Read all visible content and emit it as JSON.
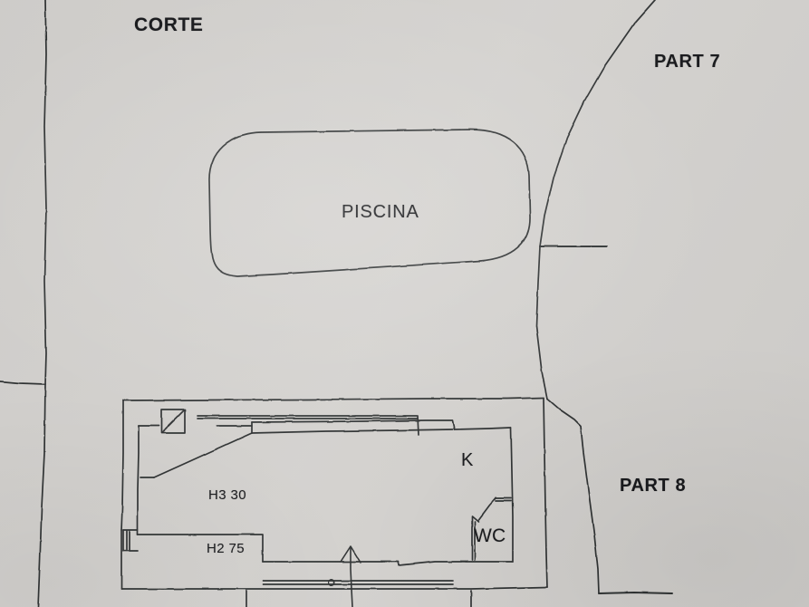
{
  "document": {
    "type": "cadastral-floor-plan",
    "background_color": "#d3d1ce",
    "ink_color": "#2a2b2d"
  },
  "labels": {
    "courtyard": "CORTE",
    "parcel_upper": "PART 7",
    "parcel_lower": "PART 8",
    "pool": "PISCINA",
    "kitchen": "K",
    "bathroom": "WC",
    "height_main": "H3 30",
    "height_secondary": "H2 75"
  },
  "features": {
    "pool_shape": "stadium-rounded-rectangle",
    "entrance_marker": "up-arrow",
    "column_symbol": "square-with-diagonal",
    "boundary_left": "vertical-property-line",
    "boundary_right": "diagonal-property-line"
  }
}
